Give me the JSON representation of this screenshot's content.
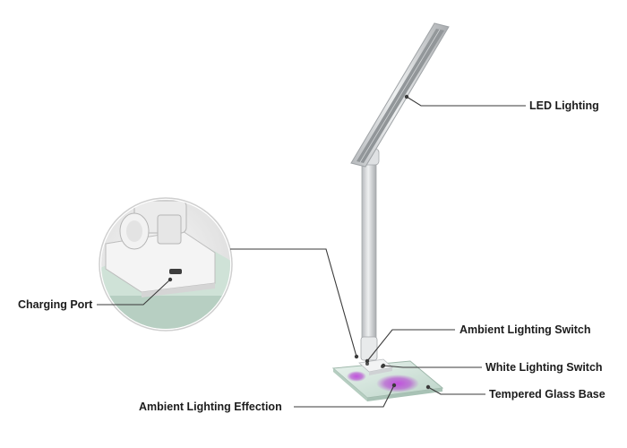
{
  "callouts": {
    "led_lighting": "LED Lighting",
    "charging_port": "Charging Port",
    "ambient_lighting_switch": "Ambient Lighting Switch",
    "white_lighting_switch": "White Lighting Switch",
    "tempered_glass_base": "Tempered Glass Base",
    "ambient_lighting_effection": "Ambient Lighting Effection"
  },
  "colors": {
    "label_text": "#1c1c1c",
    "leader_line": "#3a3a3a",
    "lamp_frame": "#c8cacc",
    "led_panel": "#8e9294",
    "glass_base": "#d4e6dc",
    "ambient_glow": "#b23fd0"
  }
}
